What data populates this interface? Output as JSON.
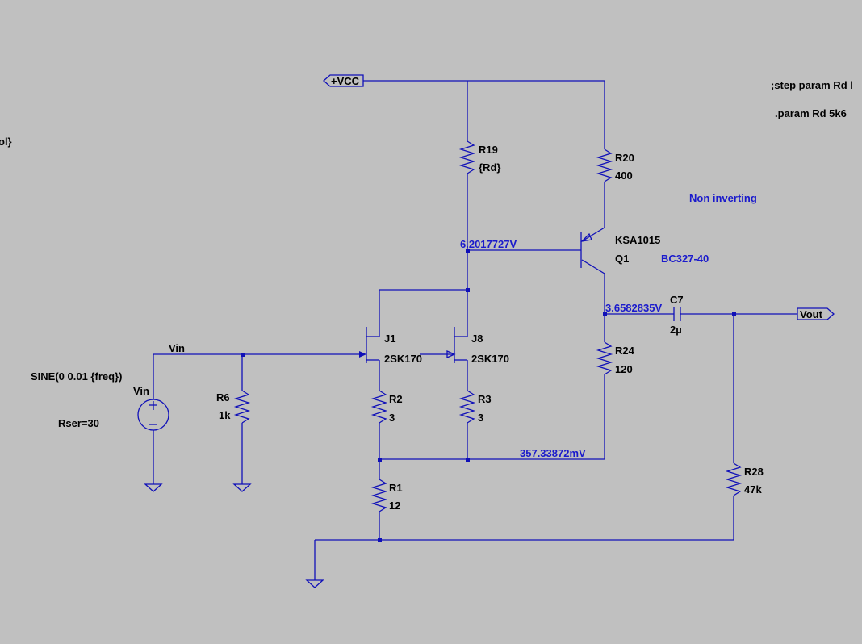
{
  "colors": {
    "background": "#c0c0c0",
    "wire": "#1010b8",
    "label": "#000000",
    "annotation": "#1a1acc"
  },
  "directives": {
    "step": ";step param Rd l",
    "param": ".param Rd 5k6",
    "left_fragment": "ol}"
  },
  "notes": {
    "topology": "Non inverting",
    "q1_alt": "BC327-40"
  },
  "ports": {
    "vcc": "+VCC",
    "vout": "Vout"
  },
  "nets": {
    "vin": "Vin"
  },
  "source": {
    "ref": "Vin",
    "value": "SINE(0 0.01 {freq})",
    "rser": "Rser=30"
  },
  "components": {
    "r19": {
      "ref": "R19",
      "value": "{Rd}"
    },
    "r20": {
      "ref": "R20",
      "value": "400"
    },
    "r24": {
      "ref": "R24",
      "value": "120"
    },
    "r6": {
      "ref": "R6",
      "value": "1k"
    },
    "r2": {
      "ref": "R2",
      "value": "3"
    },
    "r3": {
      "ref": "R3",
      "value": "3"
    },
    "r1": {
      "ref": "R1",
      "value": "12"
    },
    "r28": {
      "ref": "R28",
      "value": "47k"
    },
    "c7": {
      "ref": "C7",
      "value": "2µ"
    },
    "q1": {
      "ref": "Q1",
      "model": "KSA1015"
    },
    "j1": {
      "ref": "J1",
      "model": "2SK170"
    },
    "j8": {
      "ref": "J8",
      "model": "2SK170"
    }
  },
  "voltages": {
    "drain": "6.2017727V",
    "emitter": "3.6582835V",
    "source": "357.33872mV"
  }
}
